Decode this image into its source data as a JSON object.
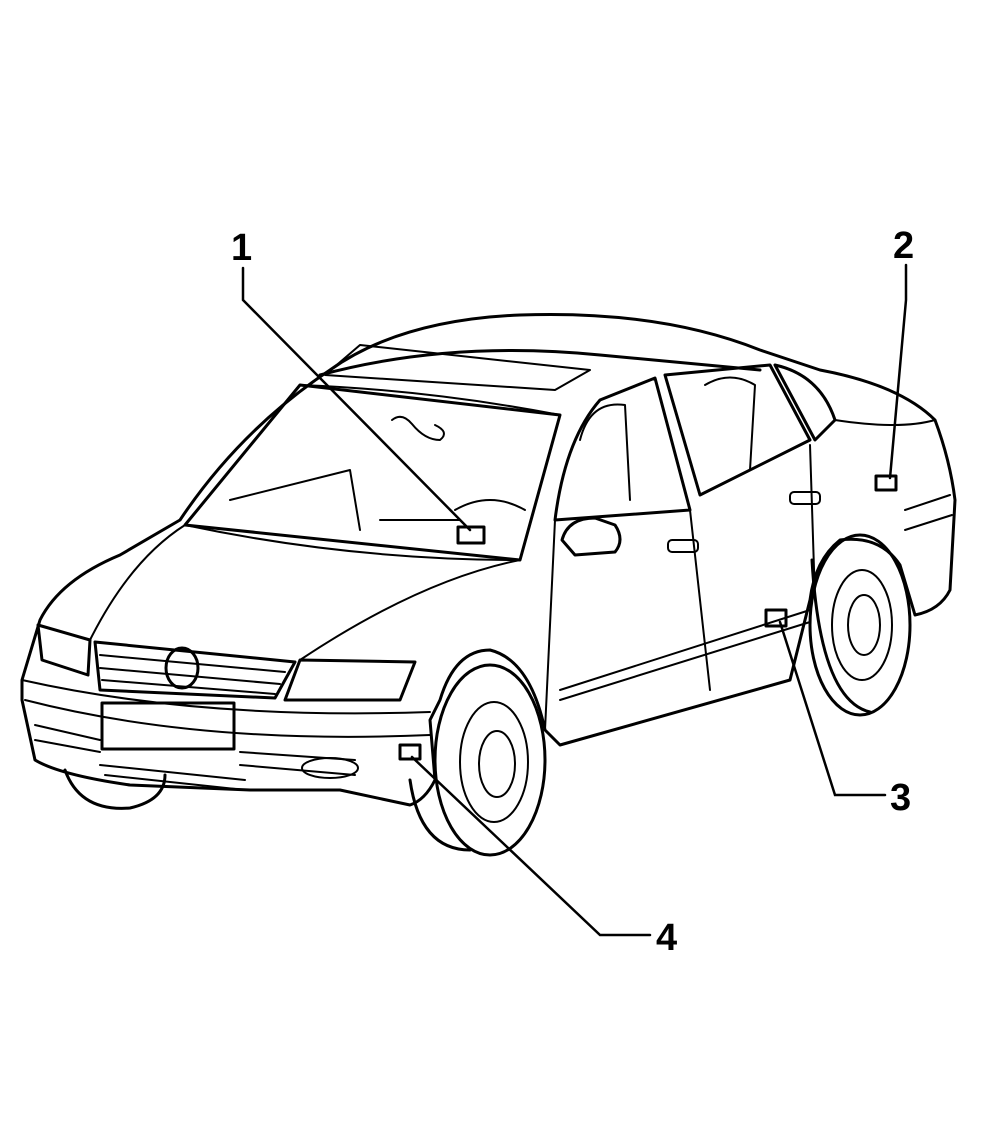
{
  "callouts": [
    {
      "id": "1",
      "label": "1"
    },
    {
      "id": "2",
      "label": "2"
    },
    {
      "id": "3",
      "label": "3"
    },
    {
      "id": "4",
      "label": "4"
    }
  ],
  "colors": {
    "ink": "#000000",
    "background": "#ffffff"
  },
  "icons": {
    "subject": "sedan-car-icon",
    "module_marker": "module-box-icon"
  }
}
